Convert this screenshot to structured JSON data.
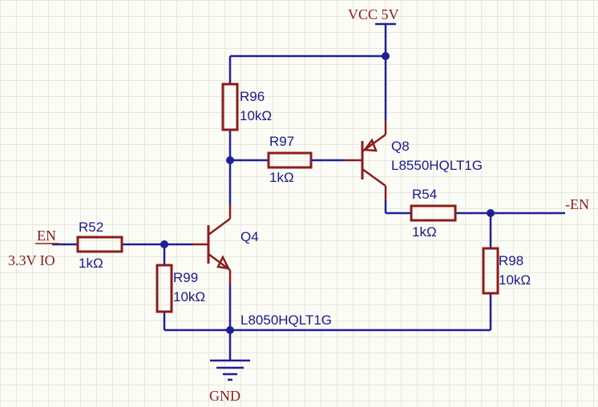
{
  "nets": {
    "vcc": "VCC 5V",
    "gnd": "GND",
    "en": "EN",
    "en_io": "3.3V IO",
    "neg_en": "-EN"
  },
  "resistors": {
    "r96": {
      "ref": "R96",
      "value": "10kΩ"
    },
    "r97": {
      "ref": "R97",
      "value": "1kΩ"
    },
    "r54": {
      "ref": "R54",
      "value": "1kΩ"
    },
    "r98": {
      "ref": "R98",
      "value": "10kΩ"
    },
    "r52": {
      "ref": "R52",
      "value": "1kΩ"
    },
    "r99": {
      "ref": "R99",
      "value": "10kΩ"
    }
  },
  "transistors": {
    "q8": {
      "ref": "Q8",
      "part": "L8550HQLT1G"
    },
    "q4": {
      "ref": "Q4",
      "part": "L8050HQLT1G"
    }
  },
  "colors": {
    "wire": "#1f1f9a",
    "component": "#8b1c1c",
    "background": "#fcfcf6"
  }
}
